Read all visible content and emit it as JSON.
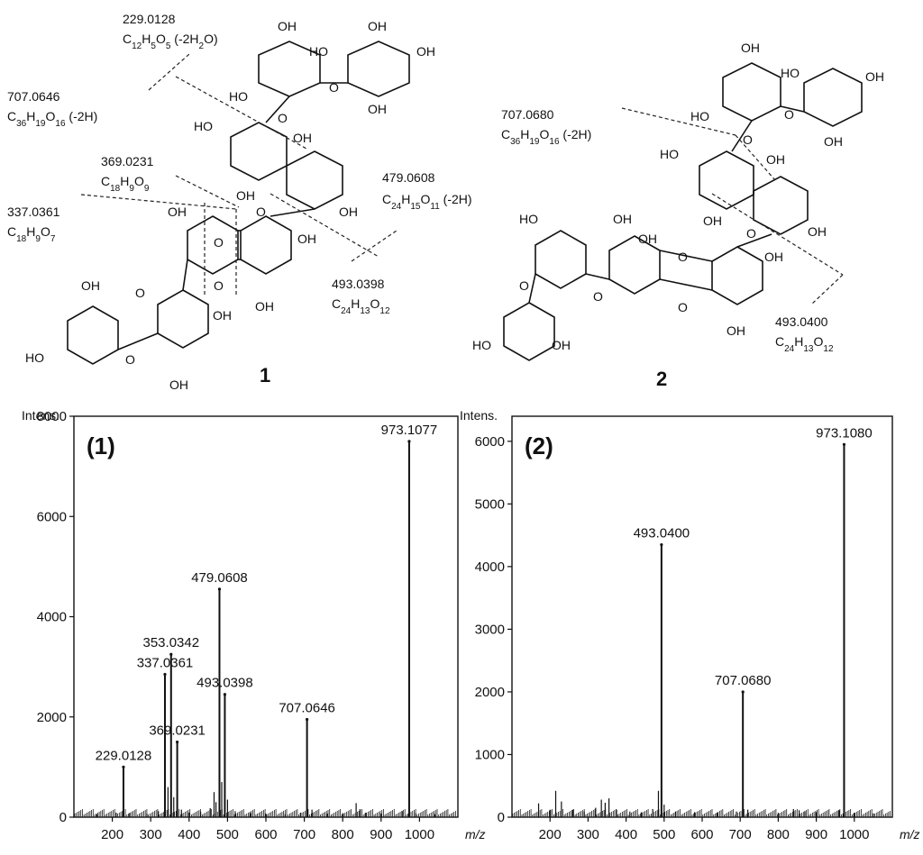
{
  "structures": [
    {
      "label": "1",
      "fragments": [
        {
          "mass": "229.0128",
          "formula": [
            "C",
            {
              "sub": "12"
            },
            "H",
            {
              "sub": "5"
            },
            "O",
            {
              "sub": "5"
            },
            " (-2H",
            {
              "sub": "2"
            },
            "O)"
          ]
        },
        {
          "mass": "707.0646",
          "formula": [
            "C",
            {
              "sub": "36"
            },
            "H",
            {
              "sub": "19"
            },
            "O",
            {
              "sub": "16"
            },
            " (-2H)"
          ]
        },
        {
          "mass": "369.0231",
          "formula": [
            "C",
            {
              "sub": "18"
            },
            "H",
            {
              "sub": "9"
            },
            "O",
            {
              "sub": "9"
            }
          ]
        },
        {
          "mass": "479.0608",
          "formula": [
            "C",
            {
              "sub": "24"
            },
            "H",
            {
              "sub": "15"
            },
            "O",
            {
              "sub": "11"
            },
            " (-2H)"
          ]
        },
        {
          "mass": "337.0361",
          "formula": [
            "C",
            {
              "sub": "18"
            },
            "H",
            {
              "sub": "9"
            },
            "O",
            {
              "sub": "7"
            }
          ]
        },
        {
          "mass": "493.0398",
          "formula": [
            "C",
            {
              "sub": "24"
            },
            "H",
            {
              "sub": "13"
            },
            "O",
            {
              "sub": "12"
            }
          ]
        }
      ]
    },
    {
      "label": "2",
      "fragments": [
        {
          "mass": "707.0680",
          "formula": [
            "C",
            {
              "sub": "36"
            },
            "H",
            {
              "sub": "19"
            },
            "O",
            {
              "sub": "16"
            },
            " (-2H)"
          ]
        },
        {
          "mass": "493.0400",
          "formula": [
            "C",
            {
              "sub": "24"
            },
            "H",
            {
              "sub": "13"
            },
            "O",
            {
              "sub": "12"
            }
          ]
        }
      ]
    }
  ],
  "atom_labels": {
    "hydroxyl": "OH",
    "hydroxyl_left": "HO",
    "oxygen": "O"
  },
  "chart_data": [
    {
      "type": "bar",
      "panel_label": "(1)",
      "ylabel": "Intens.",
      "xlabel": "m/z",
      "xlim": [
        100,
        1100
      ],
      "ylim": [
        0,
        8000
      ],
      "xticks": [
        200,
        300,
        400,
        500,
        600,
        700,
        800,
        900,
        1000
      ],
      "yticks": [
        0,
        2000,
        4000,
        6000,
        8000
      ],
      "peaks": [
        {
          "mz": 229.0128,
          "intensity": 1000,
          "label": "229.0128"
        },
        {
          "mz": 337.0361,
          "intensity": 2850,
          "label": "337.0361"
        },
        {
          "mz": 353.0342,
          "intensity": 3250,
          "label": "353.0342"
        },
        {
          "mz": 369.0231,
          "intensity": 1500,
          "label": "369.0231"
        },
        {
          "mz": 479.0608,
          "intensity": 4550,
          "label": "479.0608"
        },
        {
          "mz": 493.0398,
          "intensity": 2450,
          "label": "493.0398"
        },
        {
          "mz": 707.0646,
          "intensity": 1950,
          "label": "707.0646"
        },
        {
          "mz": 973.1077,
          "intensity": 7500,
          "label": "973.1077"
        }
      ],
      "minor_peaks": [
        [
          160,
          60
        ],
        [
          210,
          90
        ],
        [
          245,
          80
        ],
        [
          290,
          70
        ],
        [
          320,
          120
        ],
        [
          345,
          600
        ],
        [
          360,
          400
        ],
        [
          380,
          150
        ],
        [
          400,
          90
        ],
        [
          430,
          110
        ],
        [
          455,
          180
        ],
        [
          465,
          500
        ],
        [
          470,
          300
        ],
        [
          485,
          700
        ],
        [
          500,
          350
        ],
        [
          520,
          120
        ],
        [
          560,
          80
        ],
        [
          600,
          70
        ],
        [
          650,
          60
        ],
        [
          690,
          90
        ],
        [
          720,
          150
        ],
        [
          760,
          70
        ],
        [
          800,
          80
        ],
        [
          835,
          280
        ],
        [
          845,
          160
        ],
        [
          860,
          90
        ],
        [
          900,
          70
        ],
        [
          955,
          120
        ],
        [
          990,
          80
        ],
        [
          1040,
          60
        ]
      ]
    },
    {
      "type": "bar",
      "panel_label": "(2)",
      "ylabel": "Intens.",
      "xlabel": "m/z",
      "xlim": [
        100,
        1100
      ],
      "ylim": [
        0,
        6400
      ],
      "xticks": [
        200,
        300,
        400,
        500,
        600,
        700,
        800,
        900,
        1000
      ],
      "yticks": [
        0,
        1000,
        2000,
        3000,
        4000,
        5000,
        6000
      ],
      "peaks": [
        {
          "mz": 493.04,
          "intensity": 4350,
          "label": "493.0400"
        },
        {
          "mz": 707.068,
          "intensity": 2000,
          "label": "707.0680"
        },
        {
          "mz": 973.108,
          "intensity": 5950,
          "label": "973.1080"
        }
      ],
      "minor_peaks": [
        [
          170,
          220
        ],
        [
          200,
          120
        ],
        [
          215,
          420
        ],
        [
          230,
          250
        ],
        [
          260,
          120
        ],
        [
          290,
          90
        ],
        [
          320,
          150
        ],
        [
          335,
          280
        ],
        [
          345,
          230
        ],
        [
          355,
          300
        ],
        [
          375,
          120
        ],
        [
          410,
          90
        ],
        [
          440,
          80
        ],
        [
          470,
          130
        ],
        [
          485,
          420
        ],
        [
          500,
          200
        ],
        [
          530,
          90
        ],
        [
          580,
          80
        ],
        [
          640,
          70
        ],
        [
          690,
          90
        ],
        [
          720,
          120
        ],
        [
          800,
          70
        ],
        [
          840,
          130
        ],
        [
          855,
          110
        ],
        [
          870,
          90
        ],
        [
          900,
          80
        ],
        [
          960,
          110
        ],
        [
          1000,
          70
        ],
        [
          1050,
          60
        ]
      ]
    }
  ]
}
